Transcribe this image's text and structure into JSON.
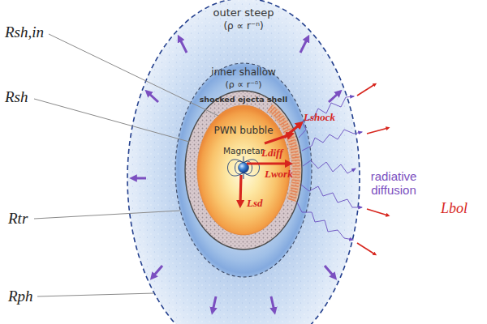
{
  "diagram": {
    "nodes": [
      {
        "text": [
          "outer steep",
          "(ρ ∝ r⁻ⁿ)"
        ]
      },
      {
        "text": [
          "inner shallow",
          "(ρ ∝ r⁻ᵟ)"
        ],
        "in": 0
      },
      {
        "text": [
          "shocked ejecta shell"
        ],
        "in": 1
      },
      {
        "text": [
          "PWN bubble"
        ],
        "in": 2
      },
      {
        "text": [
          "Magnetar"
        ],
        "in": 3
      }
    ],
    "labels": [
      "Rsh,in",
      "Rsh",
      "Lshock",
      "Ldiff",
      "Lwork",
      "radiative diffusion",
      "Lsd",
      "Lbol",
      "Rtr",
      "Rph"
    ]
  }
}
